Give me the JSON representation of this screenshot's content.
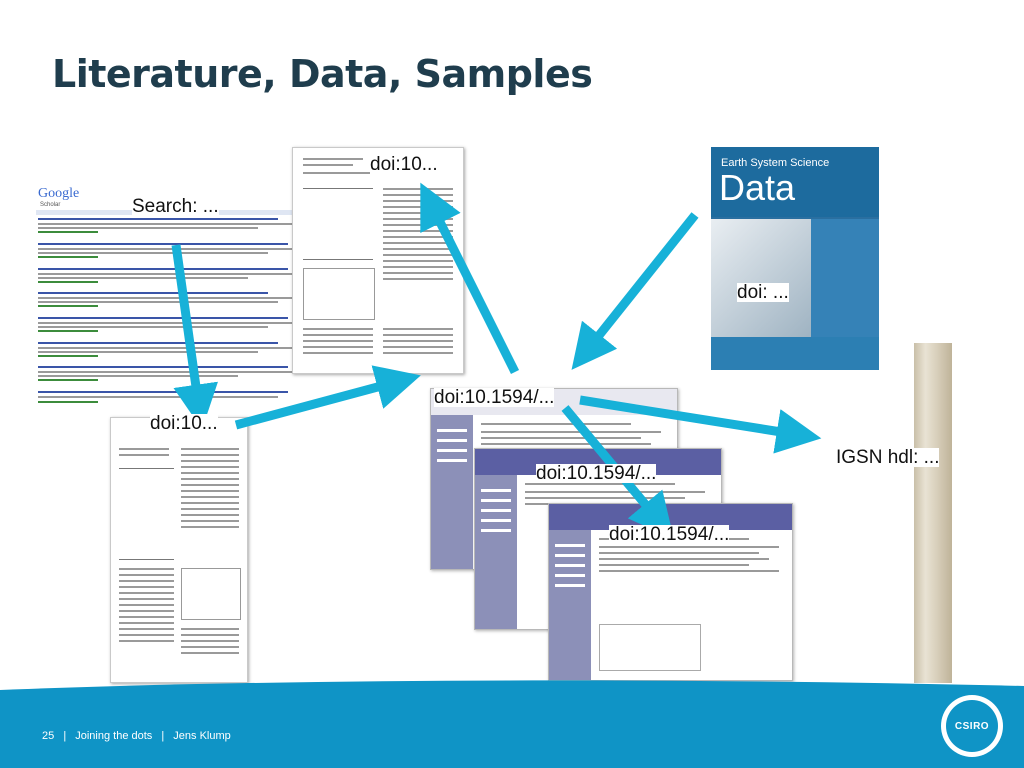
{
  "slide": {
    "title": "Literature, Data, Samples",
    "footer": {
      "page": "25",
      "sep1": "|",
      "talk": "Joining the dots",
      "sep2": "|",
      "author": "Jens Klump"
    },
    "logo_text": "CSIRO"
  },
  "labels": {
    "search": "Search: ...",
    "doi_top": "doi:10...",
    "doi_left": "doi:10...",
    "doi_journal": "doi: ...",
    "doi_db1": "doi:10.1594/...",
    "doi_db2": "doi:10.1594/...",
    "doi_db3": "doi:10.1594/...",
    "igsn": "IGSN hdl: ..."
  },
  "thumbnails": {
    "google": {
      "logo": "Google",
      "subtitle": "Scholar"
    },
    "journal": {
      "small": "Earth System Science",
      "big": "Data"
    }
  },
  "colors": {
    "title": "#1f3d4d",
    "arrow": "#17b1d8",
    "footer": "#0f94c6"
  }
}
